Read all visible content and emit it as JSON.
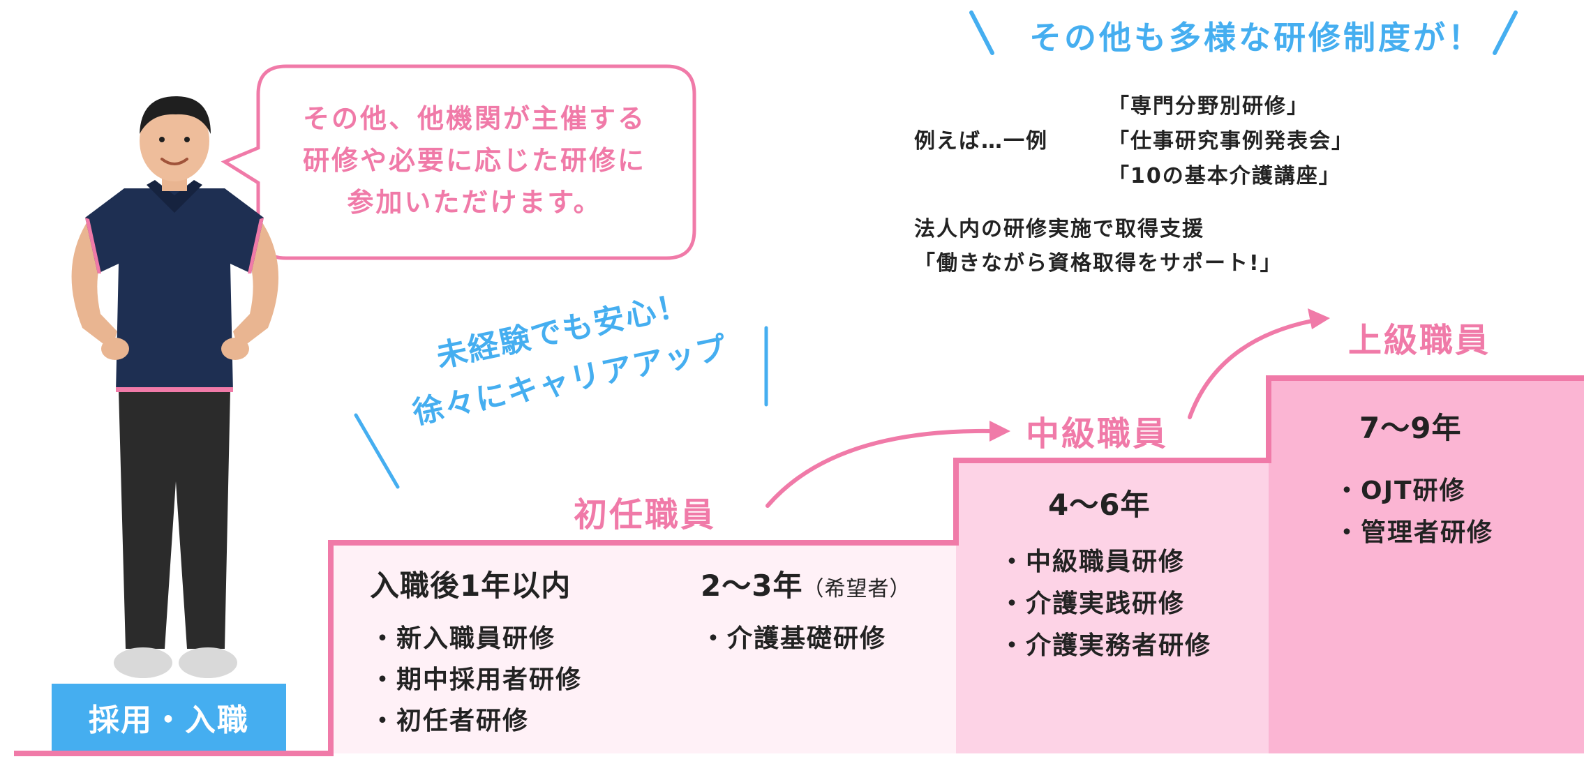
{
  "heading": "その他も多様な研修制度が！",
  "bubble": {
    "lines": [
      "その他、他機関が主催する",
      "研修や必要に応じた研修に",
      "参加いただけます。"
    ]
  },
  "tagline": {
    "lines": [
      "未経験でも安心！",
      "徐々にキャリアアップ"
    ]
  },
  "start_label": "採用・入職",
  "examples": {
    "label": "例えば…一例",
    "items": [
      "「専門分野別研修」",
      "「仕事研究事例発表会」",
      "「10の基本介護講座」"
    ],
    "support_line1": "法人内の研修実施で取得支援",
    "support_line2": "「働きながら資格取得をサポート!」"
  },
  "levels": [
    {
      "rank": "初任職員",
      "groups": [
        {
          "period": "入職後1年以内",
          "note": "",
          "items": [
            "・新入職員研修",
            "・期中採用者研修",
            "・初任者研修"
          ]
        },
        {
          "period": "2～3年",
          "note": "（希望者）",
          "items": [
            "・介護基礎研修"
          ]
        }
      ]
    },
    {
      "rank": "中級職員",
      "groups": [
        {
          "period": "4～6年",
          "note": "",
          "items": [
            "・中級職員研修",
            "・介護実践研修",
            "・介護実務者研修"
          ]
        }
      ]
    },
    {
      "rank": "上級職員",
      "groups": [
        {
          "period": "7～9年",
          "note": "",
          "items": [
            "・OJT研修",
            "・管理者研修"
          ]
        }
      ]
    }
  ],
  "colors": {
    "pink": "#f07aa8",
    "blue": "#45aef0",
    "step1": "#fff1f7",
    "step2": "#fdd3e6",
    "step3": "#fbb5d3"
  }
}
